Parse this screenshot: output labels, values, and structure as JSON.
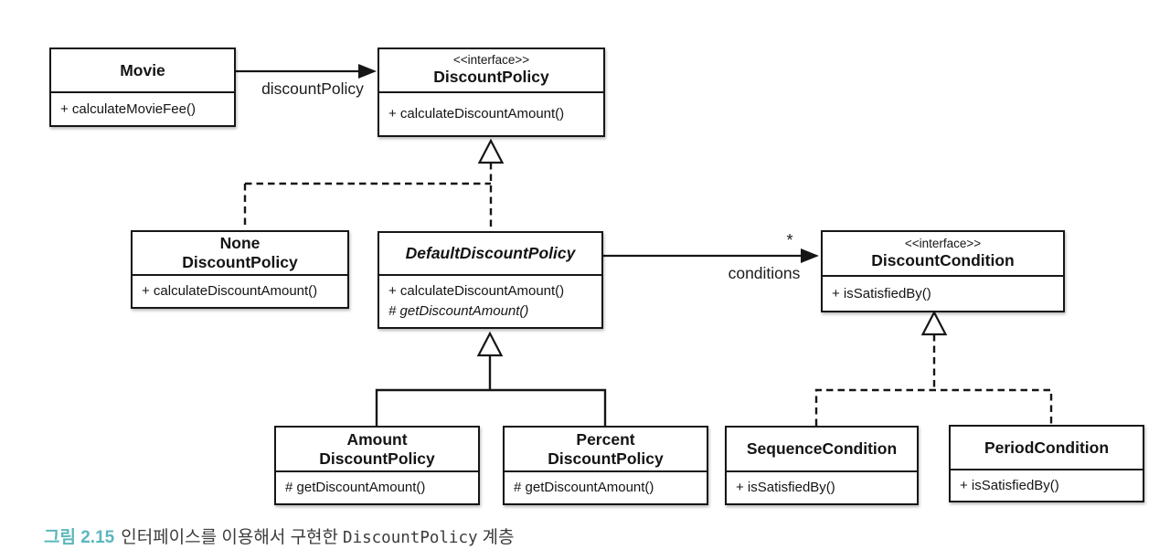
{
  "diagram": {
    "classes": {
      "movie": {
        "name_lines": [
          "Movie"
        ],
        "methods": [
          "+ calculateMovieFee()"
        ]
      },
      "discount_policy": {
        "stereotype": "<<interface>>",
        "name_lines": [
          "DiscountPolicy"
        ],
        "methods": [
          "+ calculateDiscountAmount()"
        ]
      },
      "none_discount_policy": {
        "name_lines": [
          "None",
          "DiscountPolicy"
        ],
        "methods": [
          "+ calculateDiscountAmount()"
        ]
      },
      "default_discount_policy": {
        "name_lines": [
          "DefaultDiscountPolicy"
        ],
        "methods": [
          "+ calculateDiscountAmount()",
          "# getDiscountAmount()"
        ]
      },
      "discount_condition": {
        "stereotype": "<<interface>>",
        "name_lines": [
          "DiscountCondition"
        ],
        "methods": [
          "+ isSatisfiedBy()"
        ]
      },
      "amount_discount_policy": {
        "name_lines": [
          "Amount",
          "DiscountPolicy"
        ],
        "methods": [
          "# getDiscountAmount()"
        ]
      },
      "percent_discount_policy": {
        "name_lines": [
          "Percent",
          "DiscountPolicy"
        ],
        "methods": [
          "# getDiscountAmount()"
        ]
      },
      "sequence_condition": {
        "name_lines": [
          "SequenceCondition"
        ],
        "methods": [
          "+ isSatisfiedBy()"
        ]
      },
      "period_condition": {
        "name_lines": [
          "PeriodCondition"
        ],
        "methods": [
          "+ isSatisfiedBy()"
        ]
      }
    },
    "labels": {
      "movie_association": "discountPolicy",
      "conditions_association": "conditions",
      "conditions_multiplicity": "*"
    },
    "caption": {
      "figure_label": "그림 2.15",
      "prefix_text": "인터페이스를 이용해서 구현한",
      "code_text": "DiscountPolicy",
      "suffix_text": "계층"
    },
    "colors": {
      "caption_accent": "#5bb7bd",
      "caption_text": "#3c3c3c",
      "line": "#161616",
      "box_border": "#161616",
      "box_background": "#ffffff",
      "page_background": "#ffffff"
    }
  }
}
